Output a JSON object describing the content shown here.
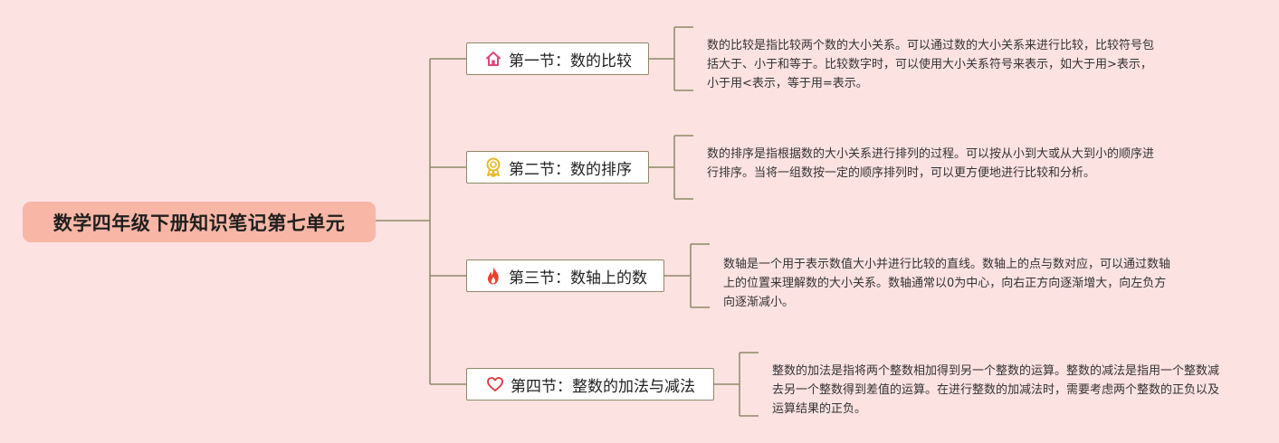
{
  "root": {
    "title": "数学四年级下册知识笔记第七单元"
  },
  "topics": [
    {
      "label": "第一节：数的比较",
      "icon": "home-icon",
      "description": "数的比较是指比较两个数的大小关系。可以通过数的大小关系来进行比较，比较符号包括大于、小于和等于。比较数字时，可以使用大小关系符号来表示，如大于用>表示，小于用<表示，等于用=表示。"
    },
    {
      "label": "第二节：数的排序",
      "icon": "award-icon",
      "description": "数的排序是指根据数的大小关系进行排列的过程。可以按从小到大或从大到小的顺序进行排序。当将一组数按一定的顺序排列时，可以更方便地进行比较和分析。"
    },
    {
      "label": "第三节：数轴上的数",
      "icon": "fire-icon",
      "description": "数轴是一个用于表示数值大小并进行比较的直线。数轴上的点与数对应，可以通过数轴上的位置来理解数的大小关系。数轴通常以0为中心，向右正方向逐渐增大，向左负方向逐渐减小。"
    },
    {
      "label": "第四节：整数的加法与减法",
      "icon": "heart-icon",
      "description": "整数的加法是指将两个整数相加得到另一个整数的运算。整数的减法是指用一个整数减去另一个整数得到差值的运算。在进行整数的加减法时，需要考虑两个整数的正负以及运算结果的正负。"
    }
  ],
  "colors": {
    "background": "#fde2e2",
    "root_fill": "#f8b7a6",
    "connector": "#8c8a64",
    "home_icon": "#e0457b",
    "award_icon": "#e8b923",
    "fire_icon": "#e8422d",
    "heart_icon": "#d9363e"
  }
}
